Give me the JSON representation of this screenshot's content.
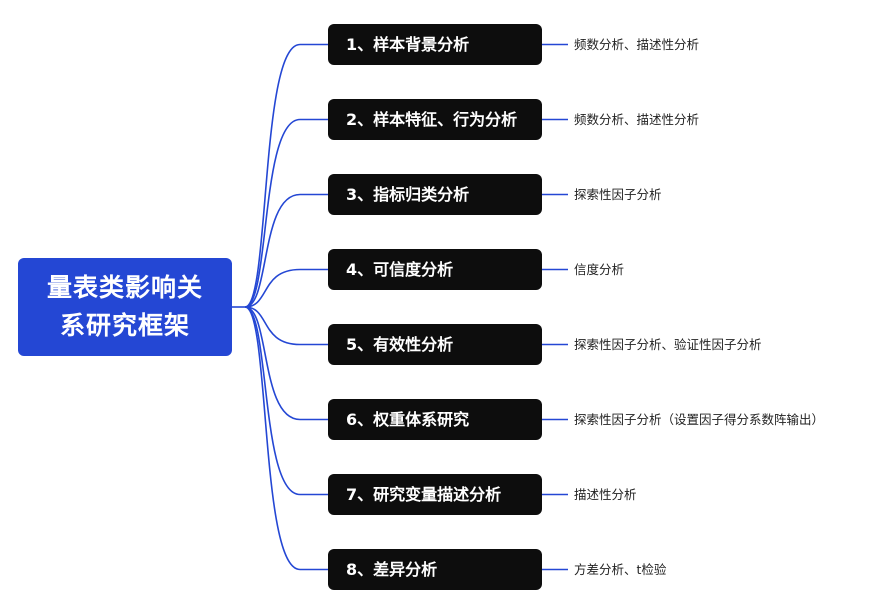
{
  "root": {
    "line1": "量表类影响关",
    "line2": "系研究框架"
  },
  "items": [
    {
      "title": "1、样本背景分析",
      "method": "频数分析、描述性分析"
    },
    {
      "title": "2、样本特征、行为分析",
      "method": "频数分析、描述性分析"
    },
    {
      "title": "3、指标归类分析",
      "method": "探索性因子分析"
    },
    {
      "title": "4、可信度分析",
      "method": "信度分析"
    },
    {
      "title": "5、有效性分析",
      "method": "探索性因子分析、验证性因子分析"
    },
    {
      "title": "6、权重体系研究",
      "method": "探索性因子分析（设置因子得分系数阵输出）"
    },
    {
      "title": "7、研究变量描述分析",
      "method": "描述性分析"
    },
    {
      "title": "8、差异分析",
      "method": "方差分析、t检验"
    }
  ],
  "colors": {
    "root_bg": "#2447d4",
    "node_bg": "#0d0d0d",
    "connector": "#2447d4"
  }
}
